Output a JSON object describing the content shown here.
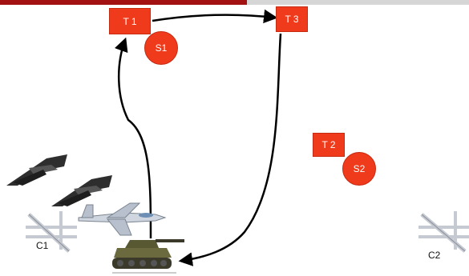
{
  "targets": {
    "t1": "T 1",
    "t2": "T 2",
    "t3": "T 3"
  },
  "sites": {
    "s1": "S1",
    "s2": "S2"
  },
  "checkpoints": {
    "c1": "C1",
    "c2": "C2"
  },
  "colors": {
    "header_red": "#a31212",
    "header_grey": "#d6d6d6",
    "target_fill": "#f03a1c",
    "route_stroke": "#000000"
  },
  "icons": [
    "stealth-bomber-icon",
    "stealth-bomber-icon",
    "fighter-jet-icon",
    "tank-icon",
    "barrier-icon",
    "barrier-icon"
  ]
}
